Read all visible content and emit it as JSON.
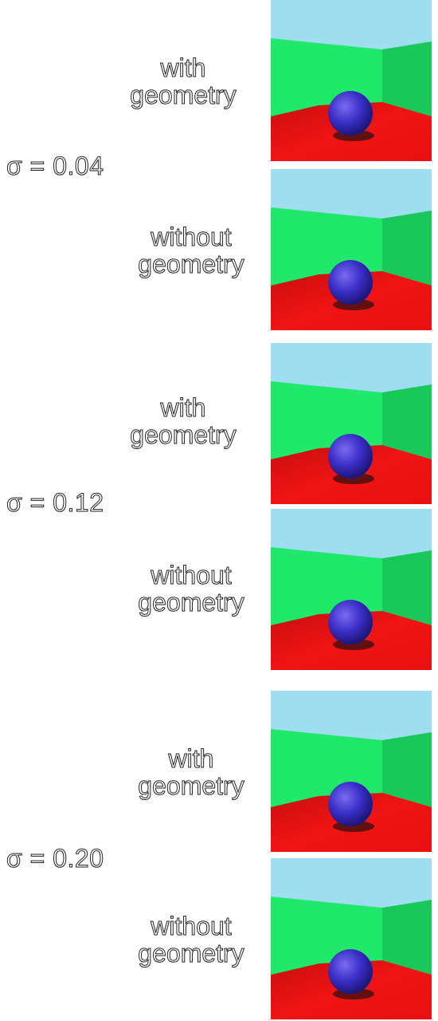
{
  "groups": [
    {
      "sigma": "σ = 0.04",
      "panels": [
        {
          "caption_line1": "with",
          "caption_line2": "geometry"
        },
        {
          "caption_line1": "without",
          "caption_line2": "geometry"
        }
      ]
    },
    {
      "sigma": "σ = 0.12",
      "panels": [
        {
          "caption_line1": "with",
          "caption_line2": "geometry"
        },
        {
          "caption_line1": "without",
          "caption_line2": "geometry"
        }
      ]
    },
    {
      "sigma": "σ = 0.20",
      "panels": [
        {
          "caption_line1": "with",
          "caption_line2": "geometry"
        },
        {
          "caption_line1": "without",
          "caption_line2": "geometry"
        }
      ]
    }
  ],
  "scene_colors": {
    "sky": "#9fdef0",
    "wall": "#1fe86a",
    "wall_dark": "#18c95a",
    "floor": "#f01414",
    "sphere": "#3a2fc8",
    "shadow": "#4a1010"
  }
}
